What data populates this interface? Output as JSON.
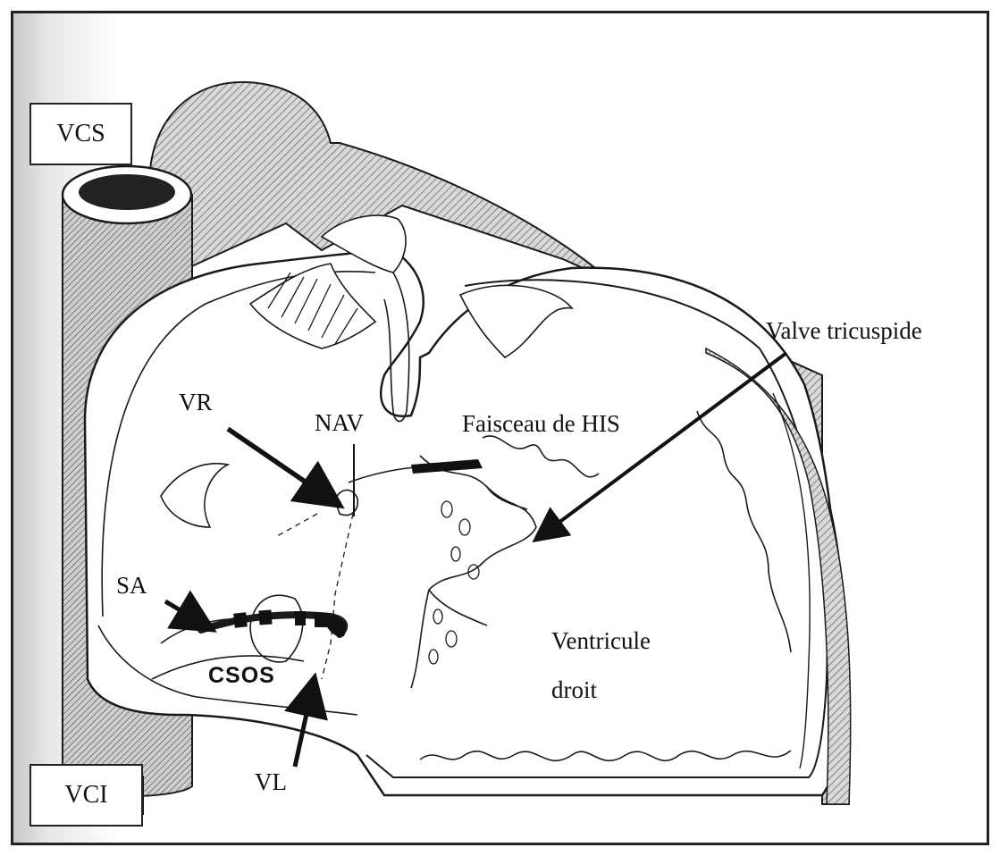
{
  "labels": {
    "vcs": "VCS",
    "vci": "VCI",
    "valve_tricuspide": "Valve tricuspide",
    "vr": "VR",
    "nav": "NAV",
    "faisceau_his": "Faisceau de HIS",
    "sa": "SA",
    "csos": "CSOS",
    "ventricule_droit_line1": "Ventricule",
    "ventricule_droit_line2": "droit",
    "vl": "VL"
  },
  "colors": {
    "line": "#1a1a1a",
    "hatch": "#555555",
    "background": "#ffffff"
  }
}
